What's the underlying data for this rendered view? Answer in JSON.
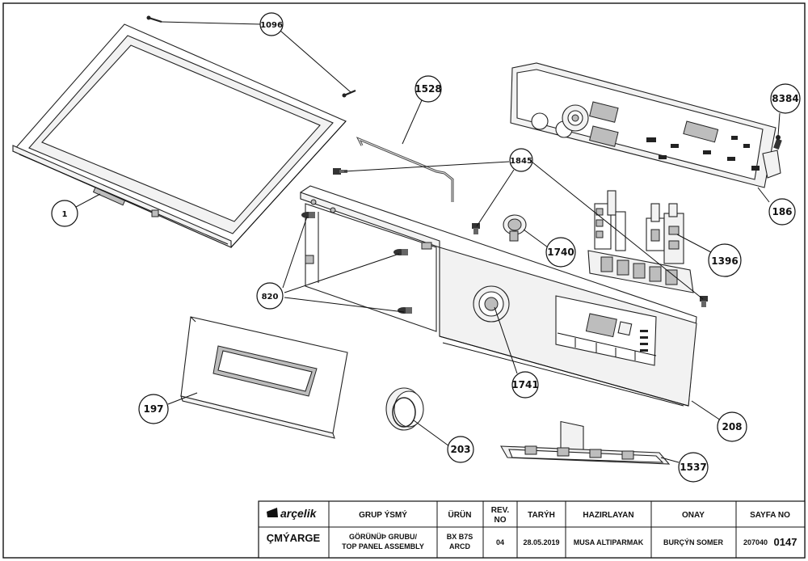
{
  "callouts": {
    "c1096": "1096",
    "c1528": "1528",
    "c8384": "8384",
    "c1845": "1845",
    "c186": "186",
    "c1": "1",
    "c1740": "1740",
    "c1396": "1396",
    "c820": "820",
    "c1741": "1741",
    "c197": "197",
    "c208": "208",
    "c203": "203",
    "c1537": "1537"
  },
  "title_block": {
    "brand": "arçelik",
    "col_group": "GRUP ÝSMÝ",
    "col_product": "ÜRÜN",
    "col_rev_1": "REV.",
    "col_rev_2": "NO",
    "col_date": "TARÝH",
    "col_prepared": "HAZIRLAYAN",
    "col_approval": "ONAY",
    "col_page": "SAYFA NO",
    "row_label": "ÇMÝARGE",
    "group_name_1": "GÖRÜNÜÞ GRUBU/",
    "group_name_2": "TOP PANEL ASSEMBLY",
    "product_1": "BX B7S",
    "product_2": "ARCD",
    "rev": "04",
    "date": "28.05.2019",
    "prepared_by": "MUSA ALTIPARMAK",
    "approved_by": "BURÇÝN SOMER",
    "page_prefix": "207040",
    "page_no": "0147"
  },
  "colors": {
    "line": "#111111",
    "part_fill": "#f2f2f2",
    "dark_fill": "#bdbdbd"
  }
}
